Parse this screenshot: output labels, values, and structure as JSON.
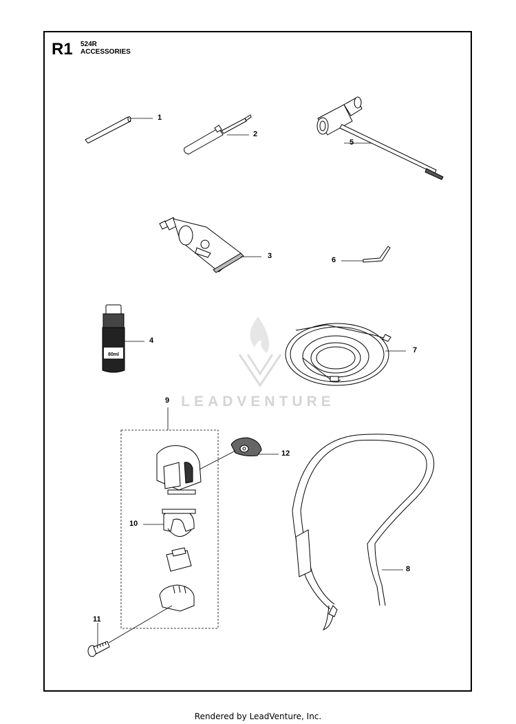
{
  "header": {
    "page_code": "R1",
    "model": "524R",
    "section": "ACCESSORIES"
  },
  "callouts": [
    "1",
    "2",
    "3",
    "4",
    "5",
    "6",
    "7",
    "8",
    "9",
    "10",
    "11",
    "12"
  ],
  "bottle_label": "80ml",
  "watermark": "LEADVENTURE",
  "footer": "Rendered by LeadVenture, Inc."
}
